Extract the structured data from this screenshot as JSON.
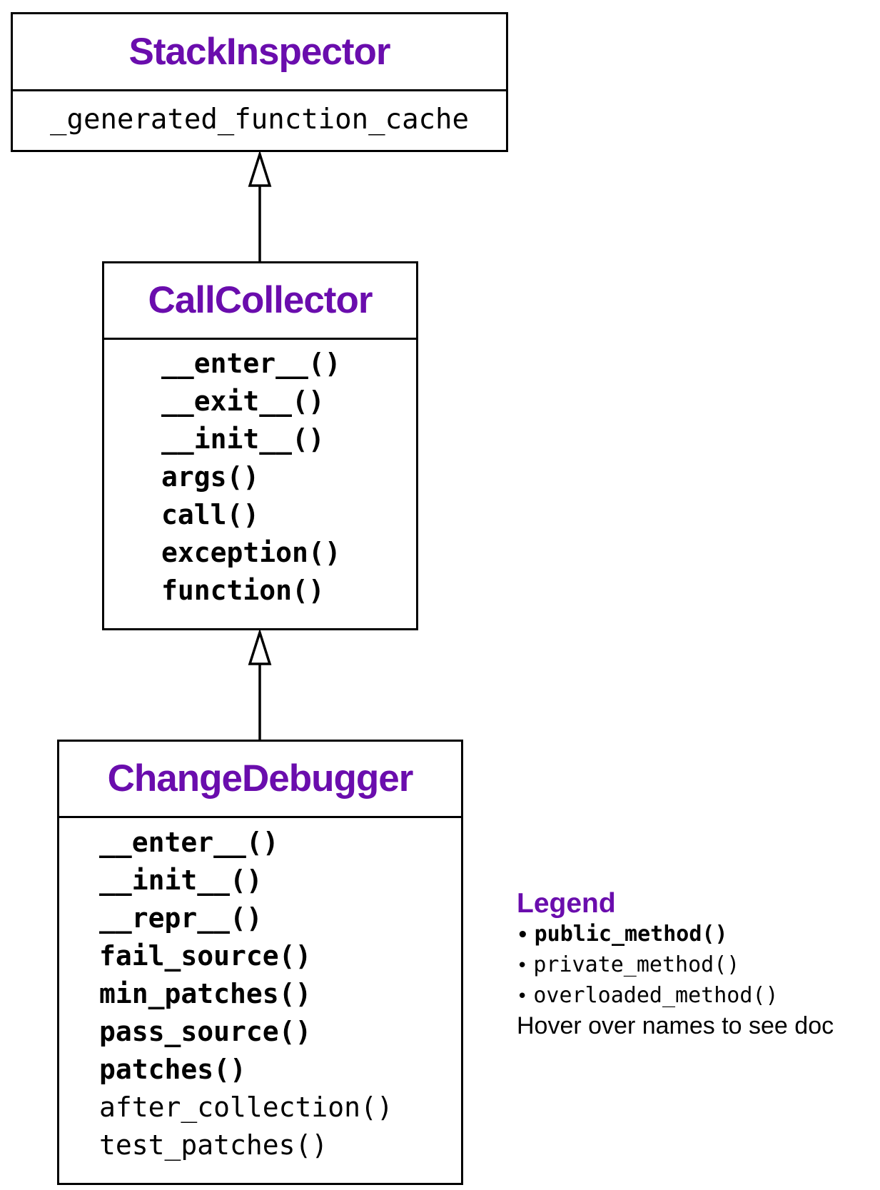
{
  "diagram": {
    "classes": [
      {
        "name": "StackInspector",
        "members": [
          {
            "label": "_generated_function_cache",
            "kind": "private"
          }
        ]
      },
      {
        "name": "CallCollector",
        "members": [
          {
            "label": "__enter__()",
            "kind": "public"
          },
          {
            "label": "__exit__()",
            "kind": "public"
          },
          {
            "label": "__init__()",
            "kind": "public"
          },
          {
            "label": "args()",
            "kind": "public"
          },
          {
            "label": "call()",
            "kind": "public"
          },
          {
            "label": "exception()",
            "kind": "public"
          },
          {
            "label": "function()",
            "kind": "public"
          }
        ]
      },
      {
        "name": "ChangeDebugger",
        "members": [
          {
            "label": "__enter__()",
            "kind": "public"
          },
          {
            "label": "__init__()",
            "kind": "public"
          },
          {
            "label": "__repr__()",
            "kind": "public"
          },
          {
            "label": "fail_source()",
            "kind": "public"
          },
          {
            "label": "min_patches()",
            "kind": "public"
          },
          {
            "label": "pass_source()",
            "kind": "public"
          },
          {
            "label": "patches()",
            "kind": "public"
          },
          {
            "label": "after_collection()",
            "kind": "private"
          },
          {
            "label": "test_patches()",
            "kind": "private"
          }
        ]
      }
    ],
    "inheritance": [
      {
        "child": "CallCollector",
        "parent": "StackInspector"
      },
      {
        "child": "ChangeDebugger",
        "parent": "CallCollector"
      }
    ],
    "colors": {
      "class_name": "#6a0dad",
      "line": "#000000"
    }
  },
  "legend": {
    "title": "Legend",
    "items": [
      {
        "bullet": "•",
        "label": "public_method()",
        "kind": "public"
      },
      {
        "bullet": "•",
        "label": "private_method()",
        "kind": "private"
      },
      {
        "bullet": "•",
        "label": "overloaded_method()",
        "kind": "overloaded"
      }
    ],
    "hint": "Hover over names to see doc"
  }
}
